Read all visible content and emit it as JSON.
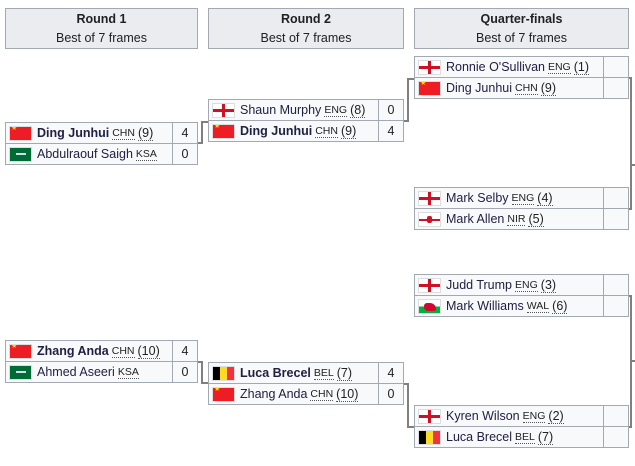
{
  "headers": [
    {
      "title": "Round 1",
      "subtitle": "Best of 7 frames"
    },
    {
      "title": "Round 2",
      "subtitle": "Best of 7 frames"
    },
    {
      "title": "Quarter-finals",
      "subtitle": "Best of 7 frames"
    }
  ],
  "matches": [
    {
      "round": 1,
      "players": [
        {
          "name": "Ding Junhui",
          "country": "CHN",
          "seed": "(9)",
          "flag": "chn",
          "score": "4",
          "winner": true
        },
        {
          "name": "Abdulraouf Saigh",
          "country": "KSA",
          "seed": "",
          "flag": "ksa",
          "score": "0",
          "winner": false
        }
      ]
    },
    {
      "round": 1,
      "players": [
        {
          "name": "Zhang Anda",
          "country": "CHN",
          "seed": "(10)",
          "flag": "chn",
          "score": "4",
          "winner": true
        },
        {
          "name": "Ahmed Aseeri",
          "country": "KSA",
          "seed": "",
          "flag": "ksa",
          "score": "0",
          "winner": false
        }
      ]
    },
    {
      "round": 2,
      "players": [
        {
          "name": "Shaun Murphy",
          "country": "ENG",
          "seed": "(8)",
          "flag": "eng",
          "score": "0",
          "winner": false
        },
        {
          "name": "Ding Junhui",
          "country": "CHN",
          "seed": "(9)",
          "flag": "chn",
          "score": "4",
          "winner": true
        }
      ]
    },
    {
      "round": 2,
      "players": [
        {
          "name": "Luca Brecel",
          "country": "BEL",
          "seed": "(7)",
          "flag": "bel",
          "score": "4",
          "winner": true
        },
        {
          "name": "Zhang Anda",
          "country": "CHN",
          "seed": "(10)",
          "flag": "chn",
          "score": "0",
          "winner": false
        }
      ]
    },
    {
      "round": 3,
      "players": [
        {
          "name": "Ronnie O'Sullivan",
          "country": "ENG",
          "seed": "(1)",
          "flag": "eng",
          "score": "",
          "winner": false
        },
        {
          "name": "Ding Junhui",
          "country": "CHN",
          "seed": "(9)",
          "flag": "chn",
          "score": "",
          "winner": false
        }
      ]
    },
    {
      "round": 3,
      "players": [
        {
          "name": "Mark Selby",
          "country": "ENG",
          "seed": "(4)",
          "flag": "eng",
          "score": "",
          "winner": false
        },
        {
          "name": "Mark Allen",
          "country": "NIR",
          "seed": "(5)",
          "flag": "nir",
          "score": "",
          "winner": false
        }
      ]
    },
    {
      "round": 3,
      "players": [
        {
          "name": "Judd Trump",
          "country": "ENG",
          "seed": "(3)",
          "flag": "eng",
          "score": "",
          "winner": false
        },
        {
          "name": "Mark Williams",
          "country": "WAL",
          "seed": "(6)",
          "flag": "wal",
          "score": "",
          "winner": false
        }
      ]
    },
    {
      "round": 3,
      "players": [
        {
          "name": "Kyren Wilson",
          "country": "ENG",
          "seed": "(2)",
          "flag": "eng",
          "score": "",
          "winner": false
        },
        {
          "name": "Luca Brecel",
          "country": "BEL",
          "seed": "(7)",
          "flag": "bel",
          "score": "",
          "winner": false
        }
      ]
    }
  ]
}
